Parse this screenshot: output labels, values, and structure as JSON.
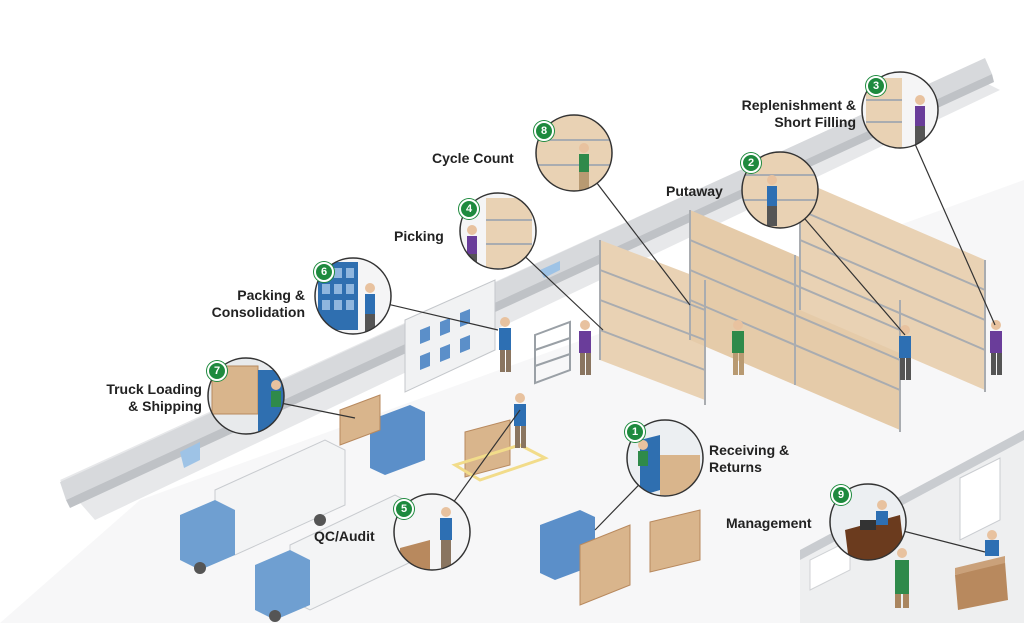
{
  "stations": [
    {
      "number": "1",
      "label_lines": [
        "Receiving &",
        "Returns"
      ]
    },
    {
      "number": "2",
      "label_lines": [
        "Putaway"
      ]
    },
    {
      "number": "3",
      "label_lines": [
        "Replenishment &",
        "Short Filling"
      ]
    },
    {
      "number": "4",
      "label_lines": [
        "Picking"
      ]
    },
    {
      "number": "5",
      "label_lines": [
        "QC/Audit"
      ]
    },
    {
      "number": "6",
      "label_lines": [
        "Packing &",
        "Consolidation"
      ]
    },
    {
      "number": "7",
      "label_lines": [
        "Truck Loading",
        "& Shipping"
      ]
    },
    {
      "number": "8",
      "label_lines": [
        "Cycle Count"
      ]
    },
    {
      "number": "9",
      "label_lines": [
        "Management"
      ]
    }
  ],
  "colors": {
    "badge": "#1e8a3e",
    "box": "#d9b58c",
    "rack": "#b9bcc0",
    "floor": "#e9eaec",
    "wall": "#d6d8db",
    "truck_cab": "#6f9fd1",
    "worker_blue": "#2d6fb3",
    "worker_purple": "#6a3d9a",
    "worker_green": "#2f8a4a"
  }
}
